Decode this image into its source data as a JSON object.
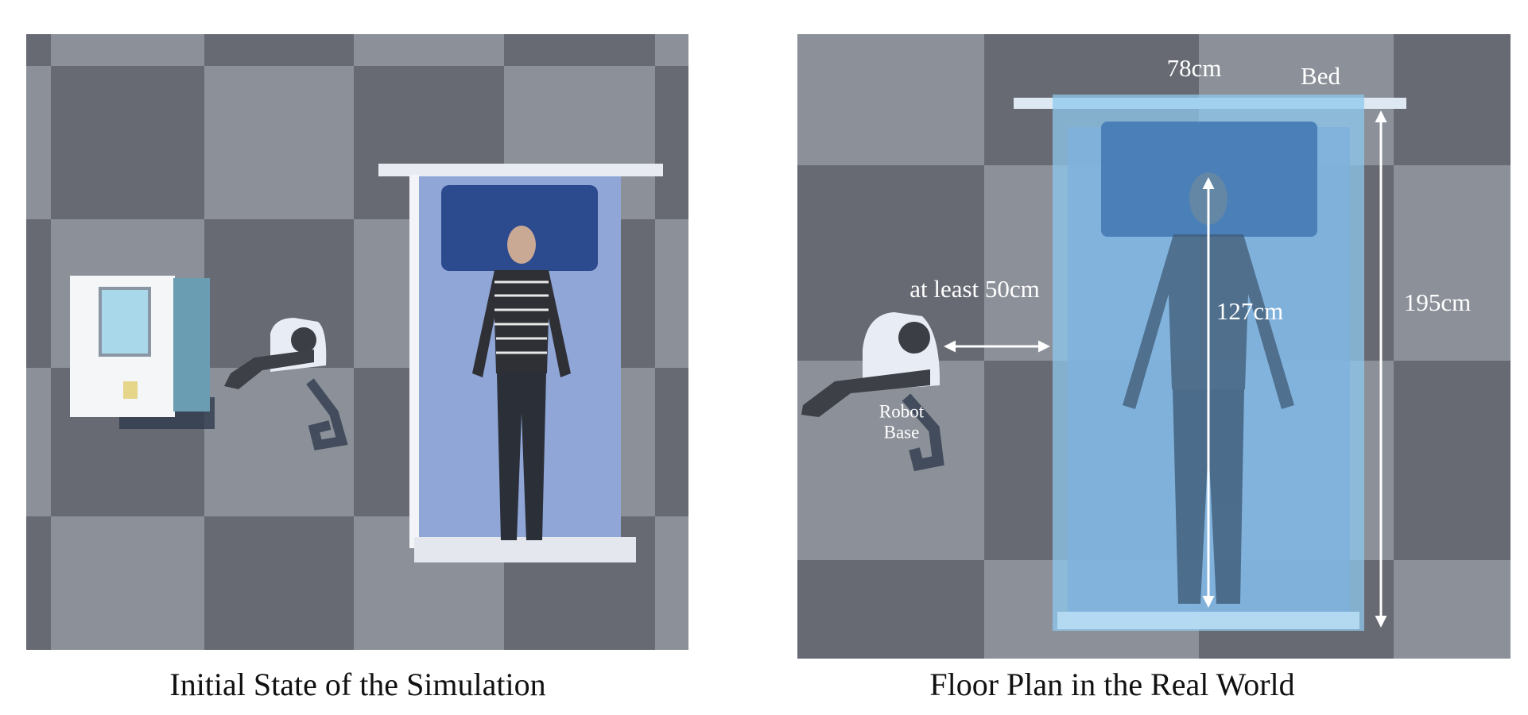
{
  "panels": [
    {
      "caption": "Initial State of the Simulation"
    },
    {
      "caption": "Floor Plan in the Real World",
      "labels": {
        "bed_width": "78cm",
        "bed": "Bed",
        "clearance": "at least 50cm",
        "person_height": "127cm",
        "bed_length": "195cm",
        "robot_base_line1": "Robot",
        "robot_base_line2": "Base"
      }
    }
  ],
  "colors": {
    "floor_light": "#8c9199",
    "floor_dark": "#676a72",
    "mattress": "#8fa6d6",
    "pillow": "#2c4a8e",
    "overlay": "#8ec8ee",
    "annotation": "#ffffff"
  }
}
